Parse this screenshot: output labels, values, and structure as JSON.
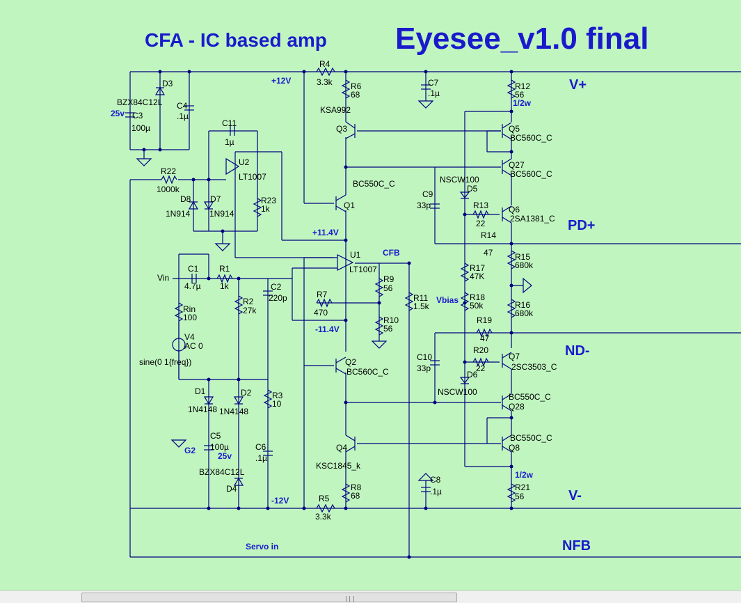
{
  "titles": {
    "left": "CFA - IC based amp",
    "right": "Eyesee_v1.0 final"
  },
  "nets": {
    "vplus": "V+",
    "pdplus": "PD+",
    "ndminus": "ND-",
    "vminus": "V-",
    "nfb": "NFB"
  },
  "labels": {
    "D3": "D3",
    "BZX1": "BZX84C12L",
    "v25a": "25v",
    "C3": "C3",
    "C3v": "100µ",
    "C4": "C4",
    "C4v": ".1µ",
    "p12": "+12V",
    "R4": "R4",
    "R4v": "3.3k",
    "R6": "R6",
    "R6v": "68",
    "KSA992": "KSA992",
    "Q3": "Q3",
    "C11": "C11",
    "C11v": "1µ",
    "U2": "U2",
    "LT1007a": "LT1007",
    "R22": "R22",
    "R22v": "1000k",
    "D8": "D8",
    "D7": "D7",
    "N914a": "1N914",
    "N914b": "1N914",
    "R23": "R23",
    "R23v": "1k",
    "BC550a": "BC550C_C",
    "Q1": "Q1",
    "p114": "+11.4V",
    "U1": "U1",
    "LT1007b": "LT1007",
    "CFB": "CFB",
    "Vin": "Vin",
    "C1": "C1",
    "C1v": "4.7µ",
    "R1": "R1",
    "R1v": "1k",
    "C2": "C2",
    "C2v": "220p",
    "R2": "R2",
    "R2v": "27k",
    "R9": "R9",
    "R9v": "56",
    "R7": "R7",
    "R7v": "470",
    "R11": "R11",
    "R11v": "1.5k",
    "Rin": "Rin",
    "Rinv": "100",
    "R10": "R10",
    "R10v": "56",
    "m114": "-11.4V",
    "V4": "V4",
    "AC0": "AC 0",
    "sine": "sine(0 1{freq})",
    "Q2": "Q2",
    "BC560a": "BC560C_C",
    "D1": "D1",
    "D2": "D2",
    "N4148a": "1N4148",
    "N4148b": "1N4148",
    "R3": "R3",
    "R3v": "10",
    "G2": "G2",
    "C5": "C5",
    "C5v": "100µ",
    "v25b": "25v",
    "C6": "C6",
    "C6v": ".1µ",
    "BZX2": "BZX84C12L",
    "D4": "D4",
    "m12": "-12V",
    "R5": "R5",
    "R5v": "3.3k",
    "Q4": "Q4",
    "KSC1845": "KSC1845_k",
    "R8": "R8",
    "R8v": "68",
    "ServoIn": "Servo in",
    "C7": "C7",
    "C7v": ".1µ",
    "C8": "C8",
    "C8v": ".1µ",
    "C9": "C9",
    "C9v": "33p",
    "C10": "C10",
    "C10v": "33p",
    "NSCWa": "NSCW100",
    "D5": "D5",
    "NSCWb": "NSCW100",
    "D6": "D6",
    "Vbias": "Vbias",
    "R17": "R17",
    "R17v": "47K",
    "R18": "R18",
    "R18v": "50k",
    "R13": "R13",
    "R13v": "22",
    "R14": "R14",
    "R14v": "47",
    "R19": "R19",
    "R19v": "47",
    "R20": "R20",
    "R20v": "22",
    "R12": "R12",
    "R12v": "56",
    "w1": "1/2w",
    "Q5": "Q5",
    "BC560b": "BC560C_C",
    "Q27": "Q27",
    "BC560c": "BC560C_C",
    "Q6": "Q6",
    "SA1381": "2SA1381_C",
    "R15": "R15",
    "R15v": "680k",
    "R16": "R16",
    "R16v": "680k",
    "Q7": "Q7",
    "SC3503": "2SC3503_C",
    "BC550b": "BC550C_C",
    "Q28": "Q28",
    "BC550c": "BC550C_C",
    "Q8": "Q8",
    "w2": "1/2w",
    "R21": "R21",
    "R21v": "56"
  },
  "colors": {
    "background": "#c0f5c0",
    "wire": "#000080",
    "title": "#1a1acc"
  }
}
